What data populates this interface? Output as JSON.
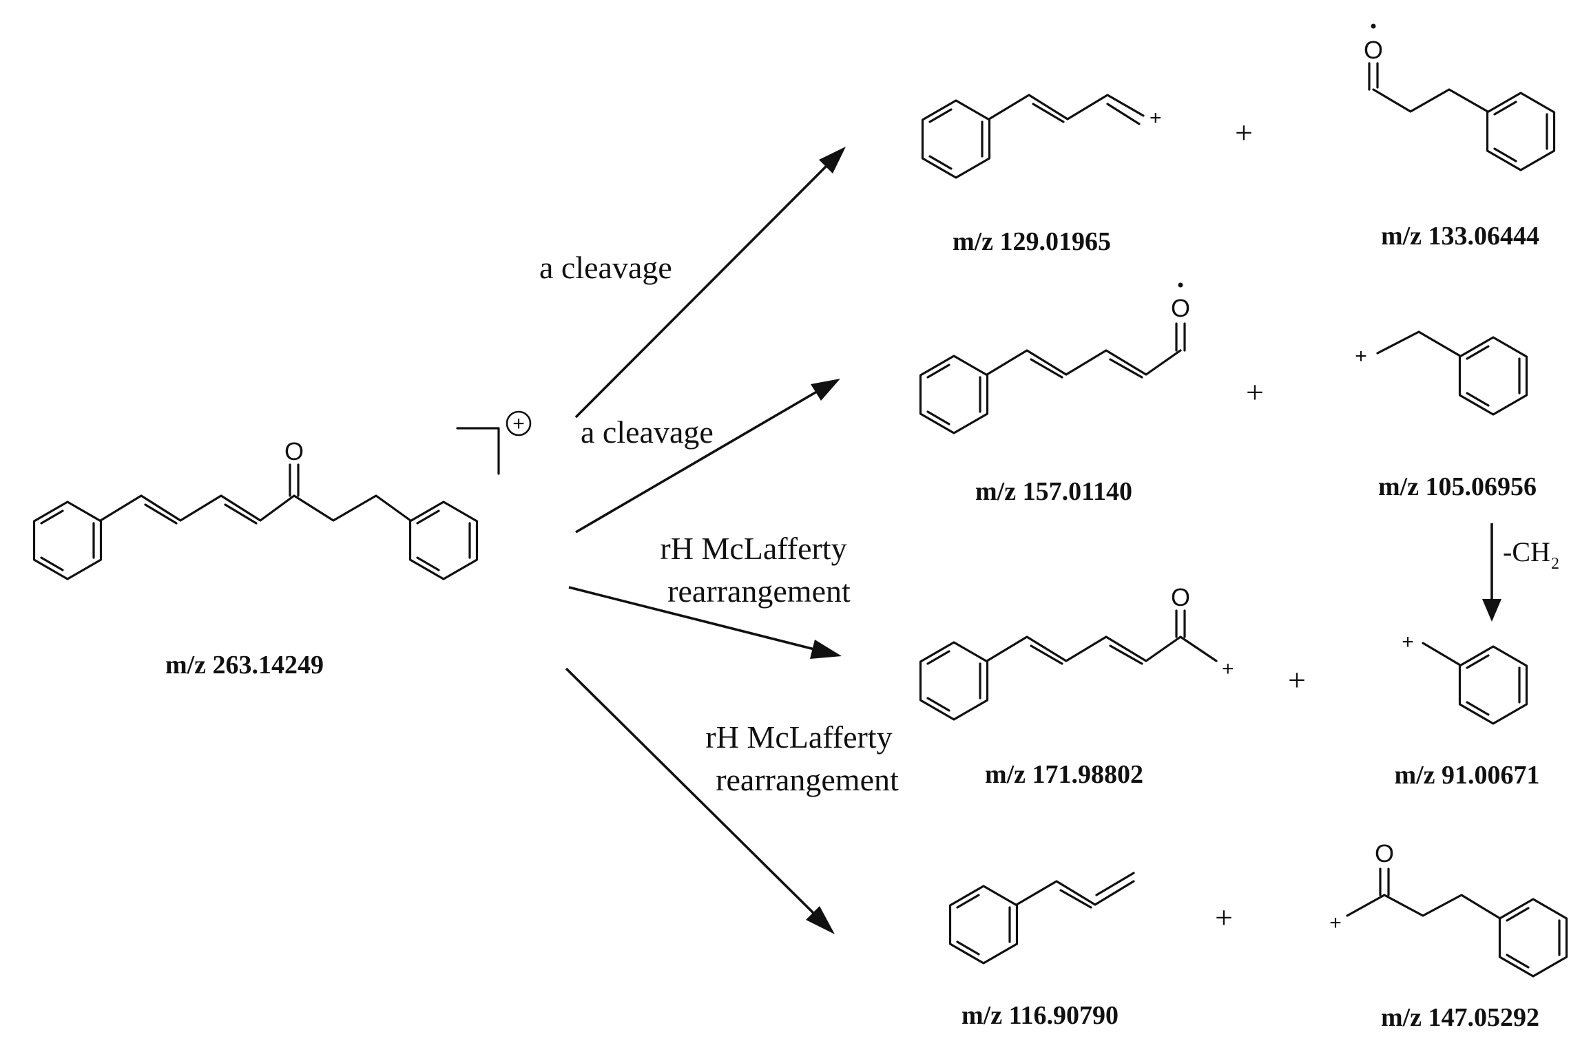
{
  "diagram": {
    "precursor": {
      "mz_label": "m/z 263.14249",
      "oxygen": "O",
      "charge": "+"
    },
    "pathways": [
      {
        "label": "a cleavage"
      },
      {
        "label": "a cleavage"
      },
      {
        "label_line1": "rH McLafferty",
        "label_line2": "rearrangement"
      },
      {
        "label_line1": "rH McLafferty",
        "label_line2": "rearrangement"
      }
    ],
    "products": {
      "p129": {
        "mz_label": "m/z 129.01965",
        "charge": "+"
      },
      "p133": {
        "mz_label": "m/z 133.06444",
        "oxygen": "O"
      },
      "p157": {
        "mz_label": "m/z 157.01140",
        "oxygen": "O"
      },
      "p105": {
        "mz_label": "m/z 105.06956",
        "charge": "+"
      },
      "p171": {
        "mz_label": "m/z 171.98802",
        "oxygen": "O",
        "charge": "+"
      },
      "p91": {
        "mz_label": "m/z 91.00671",
        "charge": "+"
      },
      "p116": {
        "mz_label": "m/z 116.90790"
      },
      "p147": {
        "mz_label": "m/z 147.05292",
        "oxygen": "O",
        "charge": "+"
      }
    },
    "plus_sign": "+",
    "loss": {
      "prefix": "-CH",
      "subscript": "2"
    }
  }
}
